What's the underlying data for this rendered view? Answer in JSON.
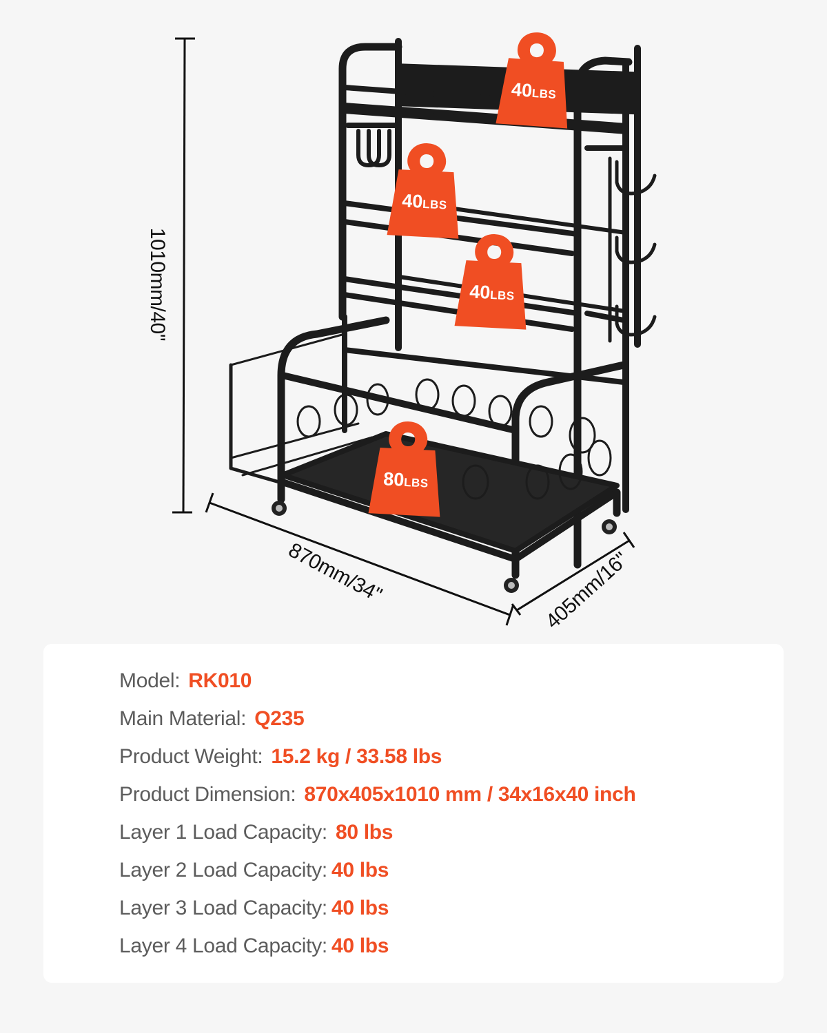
{
  "figure": {
    "product": "Sports equipment storage rack with wheels",
    "dimensions": {
      "height": "1010mm/40''",
      "width": "870mm/34''",
      "depth": "405mm/16''"
    },
    "weight_badges": [
      {
        "value": "40",
        "unit": "LBS",
        "position": "top-shelf"
      },
      {
        "value": "40",
        "unit": "LBS",
        "position": "layer-3"
      },
      {
        "value": "40",
        "unit": "LBS",
        "position": "layer-2"
      },
      {
        "value": "80",
        "unit": "LBS",
        "position": "bottom-basket"
      }
    ]
  },
  "specs": [
    {
      "label": "Model:",
      "value": "RK010"
    },
    {
      "label": "Main Material:",
      "value": "Q235"
    },
    {
      "label": "Product Weight:",
      "value": "15.2 kg / 33.58 lbs"
    },
    {
      "label": "Product Dimension:",
      "value": "870x405x1010 mm / 34x16x40 inch"
    },
    {
      "label": "Layer 1 Load Capacity:",
      "value": "80 lbs"
    },
    {
      "label": "Layer 2 Load Capacity:",
      "value": "40 lbs"
    },
    {
      "label": "Layer 3 Load Capacity:",
      "value": "40 lbs"
    },
    {
      "label": "Layer 4 Load Capacity:",
      "value": "40 lbs"
    }
  ],
  "colors": {
    "accent": "#f04e23",
    "label_text": "#5c5c5c",
    "background": "#f6f6f6",
    "card": "#ffffff",
    "rack": "#1c1c1c"
  }
}
